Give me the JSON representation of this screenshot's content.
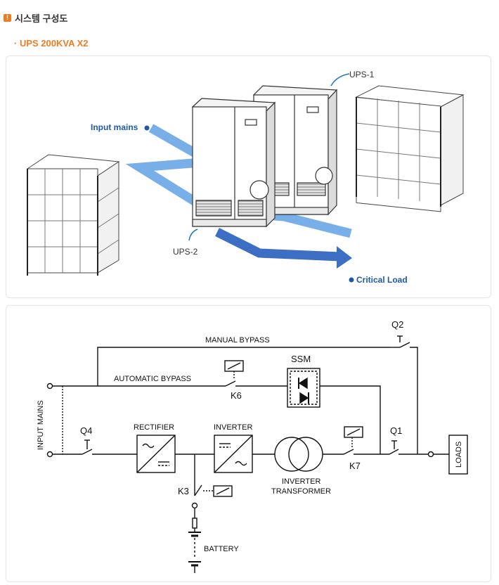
{
  "header": {
    "badge_char": "!",
    "title": "시스템 구성도"
  },
  "subtitle": "· UPS 200KVA  X2",
  "illustration": {
    "ups1_label": "UPS-1",
    "ups2_label": "UPS-2",
    "input_label": "Input mains",
    "output_label": "Critical Load",
    "flow_color": "#4a86d6"
  },
  "schematic": {
    "manual_bypass": "MANUAL BYPASS",
    "automatic_bypass": "AUTOMATIC BYPASS",
    "input_mains": "INPUT MAINS",
    "q1": "Q1",
    "q2": "Q2",
    "q4": "Q4",
    "k3": "K3",
    "k6": "K6",
    "k7": "K7",
    "ssm": "SSM",
    "rectifier": "RECTIFIER",
    "inverter": "INVERTER",
    "transformer_line1": "INVERTER",
    "transformer_line2": "TRANSFORMER",
    "battery": "BATTERY",
    "loads": "LOADS"
  }
}
